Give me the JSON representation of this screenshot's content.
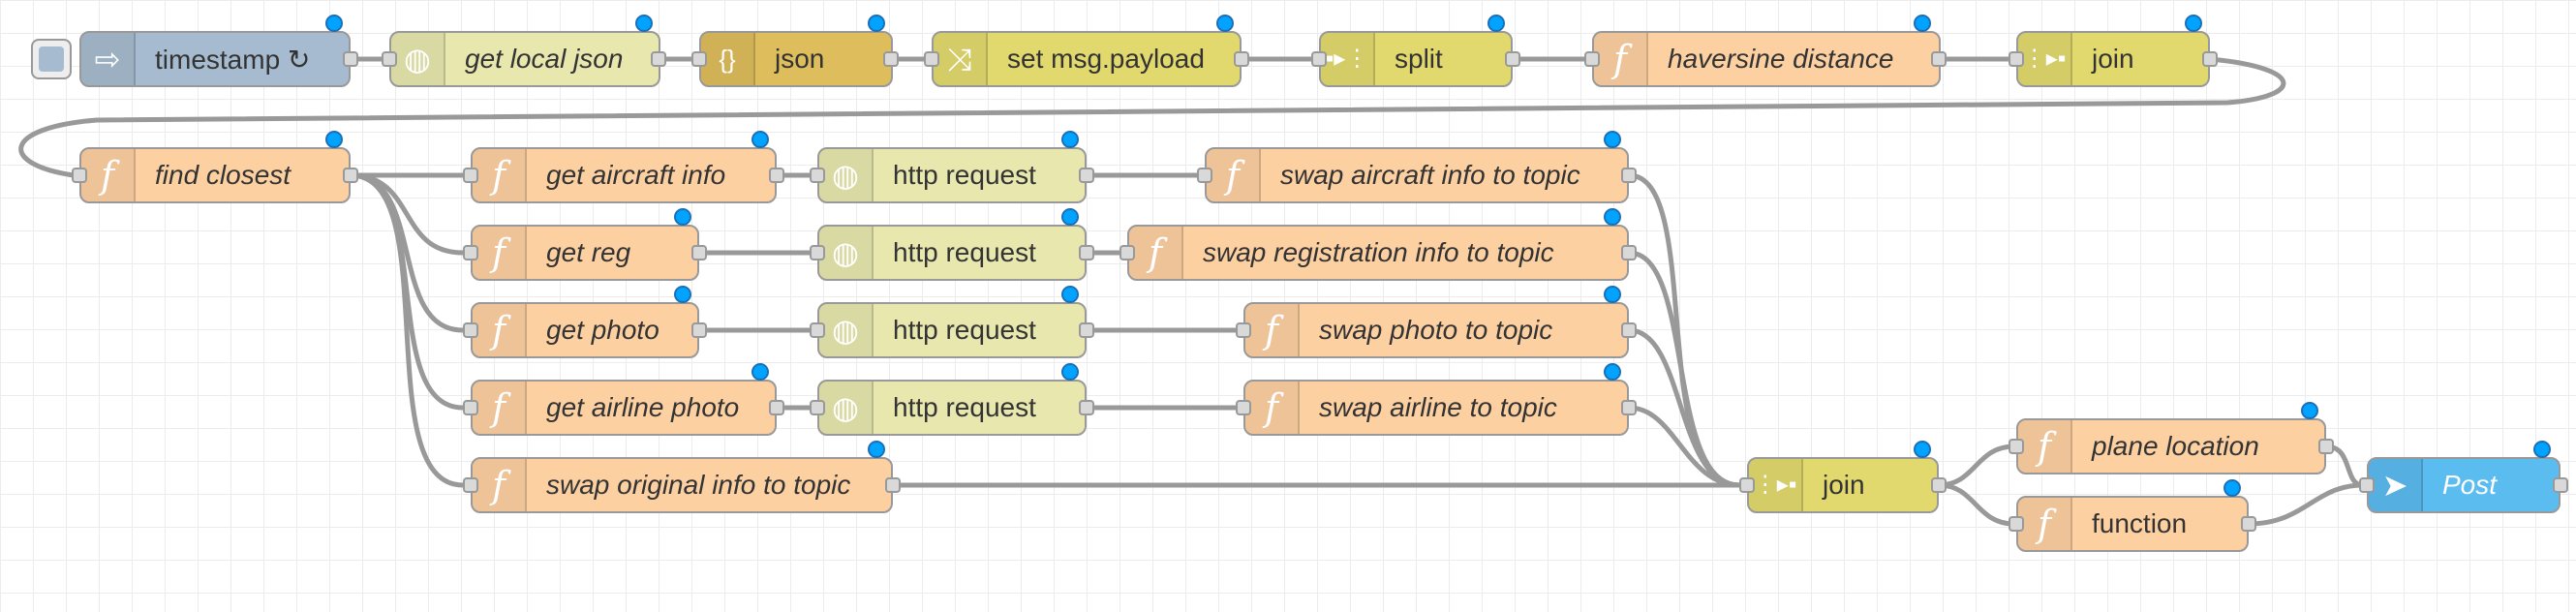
{
  "workspace": {
    "colors": {
      "inject": "#a6bbcf",
      "http": "#e7e7ae",
      "json": "#debd5c",
      "change": "#e2d96e",
      "sequence": "#e2d96e",
      "function": "#fdd0a2",
      "output": "#5bbcf0",
      "wire": "#999999",
      "changed_dot": "#00a3ff"
    },
    "nodes": {
      "timestamp": {
        "label": "timestamp ↻",
        "icon": "arrow-in-icon"
      },
      "get_local_json": {
        "label": "get local json",
        "icon": "globe-icon"
      },
      "json": {
        "label": "json",
        "icon": "braces-icon"
      },
      "set_payload": {
        "label": "set msg.payload",
        "icon": "shuffle-icon"
      },
      "split": {
        "label": "split",
        "icon": "split-icon"
      },
      "haversine": {
        "label": "haversine distance",
        "icon": "function-icon"
      },
      "join1": {
        "label": "join",
        "icon": "join-icon"
      },
      "find_closest": {
        "label": "find closest",
        "icon": "function-icon"
      },
      "get_aircraft_info": {
        "label": "get aircraft info",
        "icon": "function-icon"
      },
      "get_reg": {
        "label": "get reg",
        "icon": "function-icon"
      },
      "get_photo": {
        "label": "get photo",
        "icon": "function-icon"
      },
      "get_airline_photo": {
        "label": "get airline photo",
        "icon": "function-icon"
      },
      "swap_original": {
        "label": "swap original info to topic",
        "icon": "function-icon"
      },
      "http1": {
        "label": "http request",
        "icon": "globe-icon"
      },
      "http2": {
        "label": "http request",
        "icon": "globe-icon"
      },
      "http3": {
        "label": "http request",
        "icon": "globe-icon"
      },
      "http4": {
        "label": "http request",
        "icon": "globe-icon"
      },
      "swap_aircraft": {
        "label": "swap aircraft info to topic",
        "icon": "function-icon"
      },
      "swap_registration": {
        "label": "swap registration info to topic",
        "icon": "function-icon"
      },
      "swap_photo": {
        "label": "swap photo to topic",
        "icon": "function-icon"
      },
      "swap_airline": {
        "label": "swap airline to topic",
        "icon": "function-icon"
      },
      "join2": {
        "label": "join",
        "icon": "join-icon"
      },
      "plane_location": {
        "label": "plane location",
        "icon": "function-icon"
      },
      "function": {
        "label": "function",
        "icon": "function-icon"
      },
      "post": {
        "label": "Post",
        "icon": "paper-plane-icon"
      }
    }
  }
}
